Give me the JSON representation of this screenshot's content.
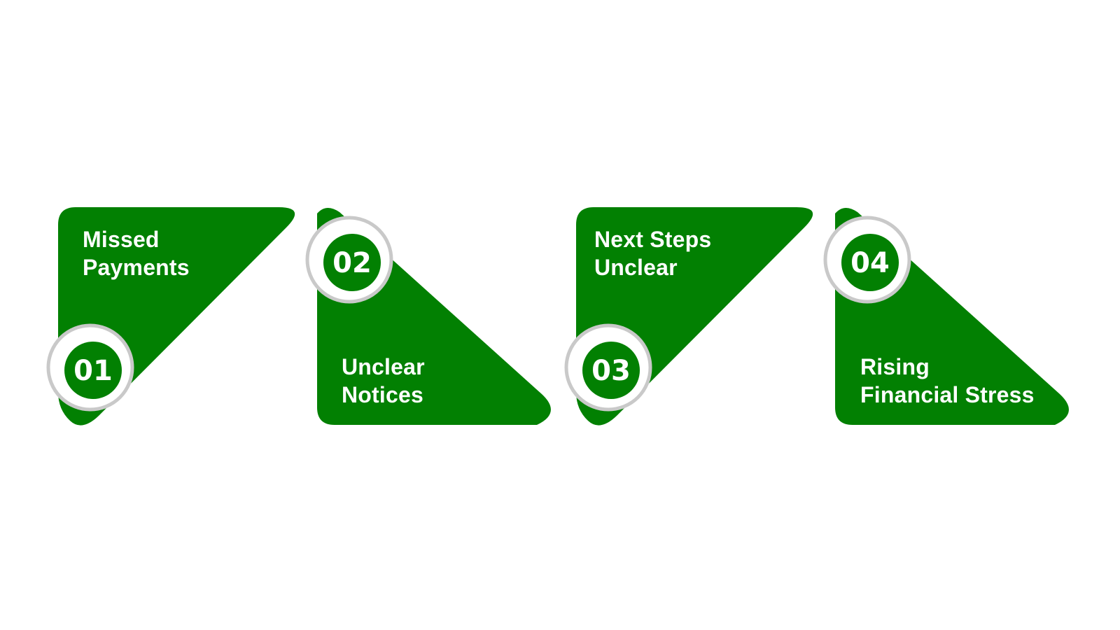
{
  "theme": {
    "shape_color": "#028002",
    "badge_ring_color": "#ffffff",
    "badge_outline_color": "#c9c9c9",
    "text_color": "#ffffff",
    "background": "#ffffff"
  },
  "steps": [
    {
      "number": "01",
      "line1": "Missed",
      "line2": "Payments"
    },
    {
      "number": "02",
      "line1": "Unclear",
      "line2": "Notices"
    },
    {
      "number": "03",
      "line1": "Next Steps",
      "line2": "Unclear"
    },
    {
      "number": "04",
      "line1": "Rising",
      "line2": "Financial Stress"
    }
  ]
}
